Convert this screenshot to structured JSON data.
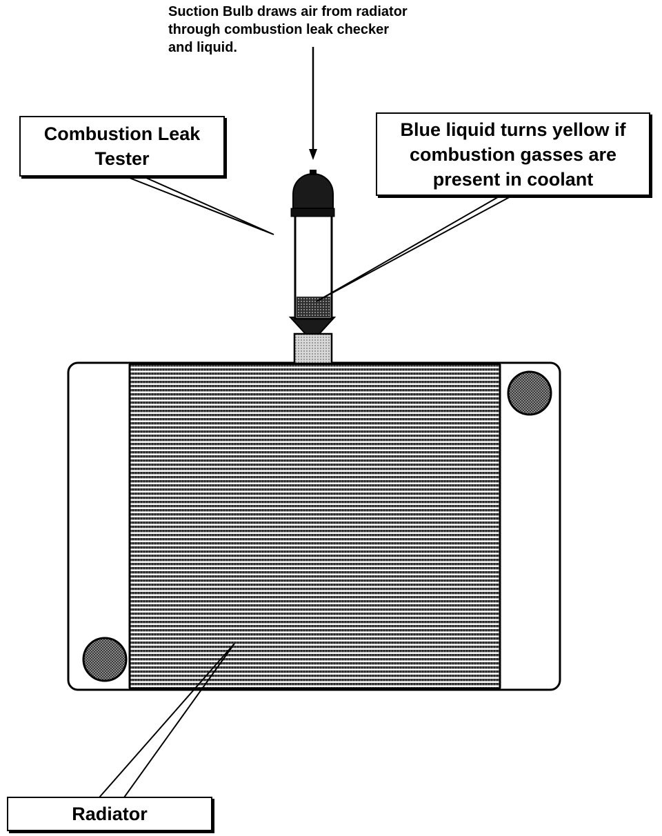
{
  "colors": {
    "ink": "#000000",
    "paper": "#ffffff",
    "fill_dark": "#3a3a3a",
    "fill_mid": "#7a7a7a",
    "fill_light": "#c8c8c8"
  },
  "icons": [
    "suction-bulb-icon",
    "radiator-cap-icon"
  ],
  "labels": {
    "suction_note": {
      "line1": "Suction Bulb draws air from radiator",
      "line2": "through combustion leak checker",
      "line3": "and liquid."
    },
    "combustion_tester": {
      "line1": "Combustion Leak",
      "line2": "Tester"
    },
    "blue_liquid": {
      "line1": "Blue liquid turns yellow if",
      "line2": "combustion gasses are",
      "line3": "present in coolant"
    },
    "radiator": "Radiator"
  }
}
